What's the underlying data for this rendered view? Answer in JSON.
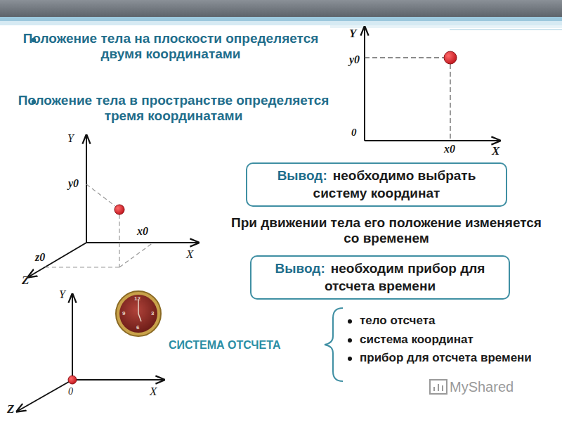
{
  "diagram": {
    "nodes": [
      {
        "text": [
          "Вывод:",
          "необходимо выбрать систему координат"
        ]
      },
      {
        "text": [
          "Вывод:",
          "необходим прибор для отсчета времени"
        ]
      }
    ],
    "labels": [
      "Положение тела на плоскости определяется двумя координатами",
      "Положение тела в пространстве определяется тремя координатами",
      "Y",
      "y0",
      "0",
      "x0",
      "X",
      "Y",
      "y0",
      "x0",
      "z0",
      "X",
      "Z",
      "При движении тела его положение изменяется со временем",
      "Y",
      "0",
      "X",
      "Z",
      "12",
      "3",
      "9",
      "6",
      "СИСТЕМА ОТСЧЕТА",
      "тело отсчета",
      "система координат",
      "прибор для отсчета времени",
      "MyShared"
    ]
  }
}
